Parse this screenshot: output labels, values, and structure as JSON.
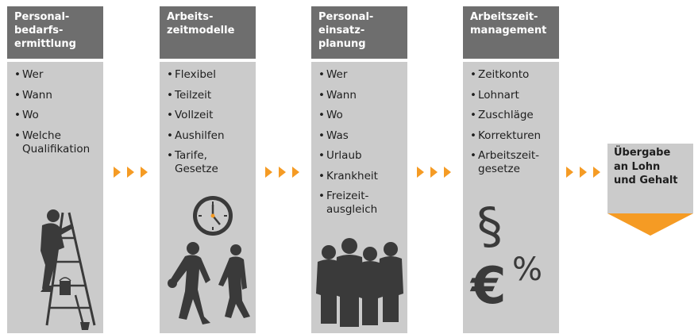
{
  "columns": [
    {
      "title": [
        "Personal-",
        "bedarfs-",
        "ermittlung"
      ],
      "items": [
        "Wer",
        "Wann",
        "Wo",
        "Welche\nQualifikation"
      ],
      "illustration": "worker-on-ladder-icon"
    },
    {
      "title": [
        "Arbeits-",
        "zeitmodelle"
      ],
      "items": [
        "Flexibel",
        "Teilzeit",
        "Vollzeit",
        "Aushilfen",
        "Tarife,\nGesetze"
      ],
      "illustration": "clock-and-people-icon"
    },
    {
      "title": [
        "Personal-",
        "einsatz-",
        "planung"
      ],
      "items": [
        "Wer",
        "Wann",
        "Wo",
        "Was",
        "Urlaub",
        "Krankheit",
        "Freizeit-\nausgleich"
      ],
      "illustration": "group-of-workers-icon"
    },
    {
      "title": [
        "Arbeitszeit-",
        "management"
      ],
      "items": [
        "Zeitkonto",
        "Lohnart",
        "Zuschläge",
        "Korrekturen",
        "Arbeitszeit-\ngesetze"
      ],
      "illustration": "paragraph-euro-percent-icon",
      "symbols": {
        "paragraph": "§",
        "euro": "€",
        "percent": "%"
      }
    }
  ],
  "result": {
    "title": [
      "Übergabe",
      "an Lohn",
      "und Gehalt"
    ]
  },
  "colors": {
    "header": "#6e6e6e",
    "panel": "#cbcbcb",
    "accent": "#f59b24",
    "silhouette": "#3a3a3a"
  }
}
